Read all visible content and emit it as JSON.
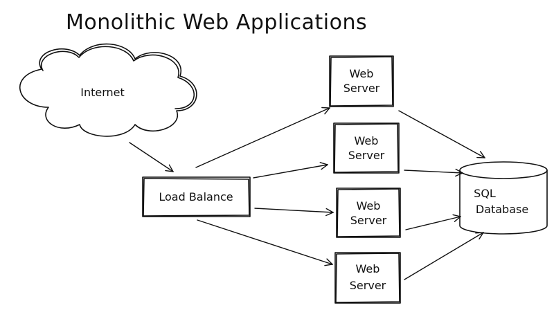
{
  "title": "Monolithic Web Applications",
  "nodes": {
    "internet": {
      "label": "Internet"
    },
    "load_balancer": {
      "label": "Load Balance"
    },
    "web_server_1": {
      "line1": "Web",
      "line2": "Server"
    },
    "web_server_2": {
      "line1": "Web",
      "line2": "Server"
    },
    "web_server_3": {
      "line1": "Web",
      "line2": "Server"
    },
    "web_server_4": {
      "line1": "Web",
      "line2": "Server"
    },
    "database": {
      "line1": "SQL",
      "line2": "Database"
    }
  },
  "edges": [
    {
      "from": "internet",
      "to": "load_balancer"
    },
    {
      "from": "load_balancer",
      "to": "web_server_1"
    },
    {
      "from": "load_balancer",
      "to": "web_server_2"
    },
    {
      "from": "load_balancer",
      "to": "web_server_3"
    },
    {
      "from": "load_balancer",
      "to": "web_server_4"
    },
    {
      "from": "web_server_1",
      "to": "database"
    },
    {
      "from": "web_server_2",
      "to": "database"
    },
    {
      "from": "web_server_3",
      "to": "database"
    },
    {
      "from": "web_server_4",
      "to": "database"
    }
  ]
}
